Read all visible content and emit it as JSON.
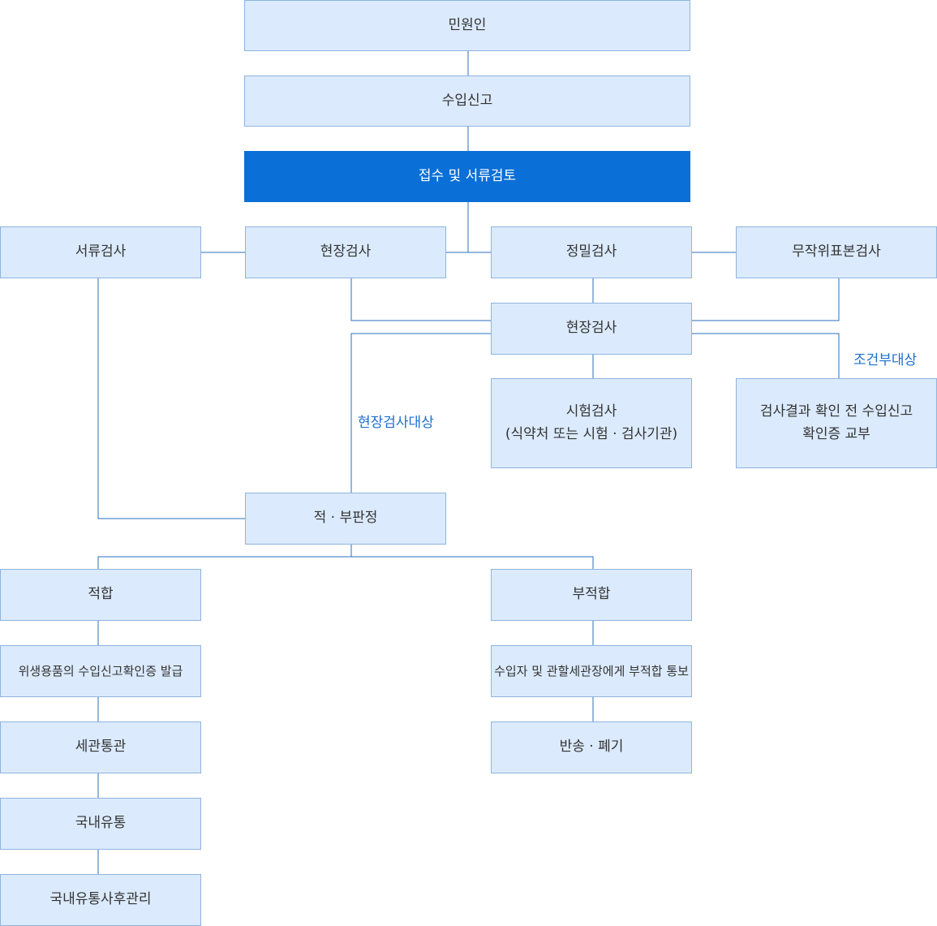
{
  "colors": {
    "box_fill": "#dbeafc",
    "box_border": "#8fb4df",
    "highlight": "#0a6fd7",
    "line": "#2a6fc0",
    "label": "#1b6fcd"
  },
  "nodes": {
    "applicant": "민원인",
    "import_report": "수입신고",
    "reception_review": "접수 및 서류검토",
    "document_inspection": "서류검사",
    "onsite_inspection_top": "현장검사",
    "detailed_inspection": "정밀검사",
    "random_sampling": "무작위표본검사",
    "onsite_inspection_mid": "현장검사",
    "lab_test_line1": "시험검사",
    "lab_test_line2": "(식약처 또는 시험 · 검사기관)",
    "pre_cert_line1": "검사결과 확인 전 수입신고",
    "pre_cert_line2": "확인증 교부",
    "judgment": "적 · 부판정",
    "pass": "적합",
    "certificate_issue": "위생용품의 수입신고확인증 발급",
    "customs_clearance": "세관통관",
    "domestic_distribution": "국내유통",
    "post_distribution": "국내유통사후관리",
    "fail": "부적합",
    "fail_notice": "수입자 및 관할세관장에게 부적합 통보",
    "return_disposal": "반송 · 폐기"
  },
  "labels": {
    "conditional": "조건부대상",
    "onsite_target": "현장검사대상"
  }
}
